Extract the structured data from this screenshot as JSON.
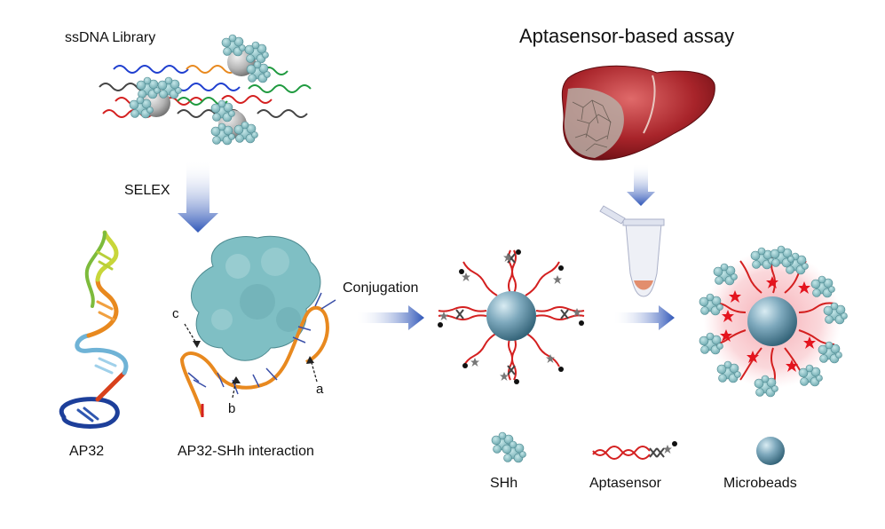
{
  "labels": {
    "library_title": "ssDNA Library",
    "selex": "SELEX",
    "assay_title": "Aptasensor-based assay",
    "conjugation": "Conjugation",
    "ap32": "AP32",
    "interaction": "AP32-SHh interaction",
    "arrow_a": "a",
    "arrow_b": "b",
    "arrow_c": "c"
  },
  "legend": [
    {
      "label": "SHh",
      "icon": "protein-icon"
    },
    {
      "label": "Aptasensor",
      "icon": "aptasensor-icon"
    },
    {
      "label": "Microbeads",
      "icon": "microbead-icon"
    }
  ],
  "colors": {
    "arrow_blue": "#2f56b8",
    "protein": "#7fbfc4",
    "bead": "#6f9bb0",
    "strand_red": "#d42020",
    "strand_dark": "#444444",
    "liver": "#a8242a",
    "glow": "#f5a0a8",
    "orange": "#e8891f",
    "library_blue": "#1f3fcf",
    "library_green": "#1f9a3f"
  }
}
